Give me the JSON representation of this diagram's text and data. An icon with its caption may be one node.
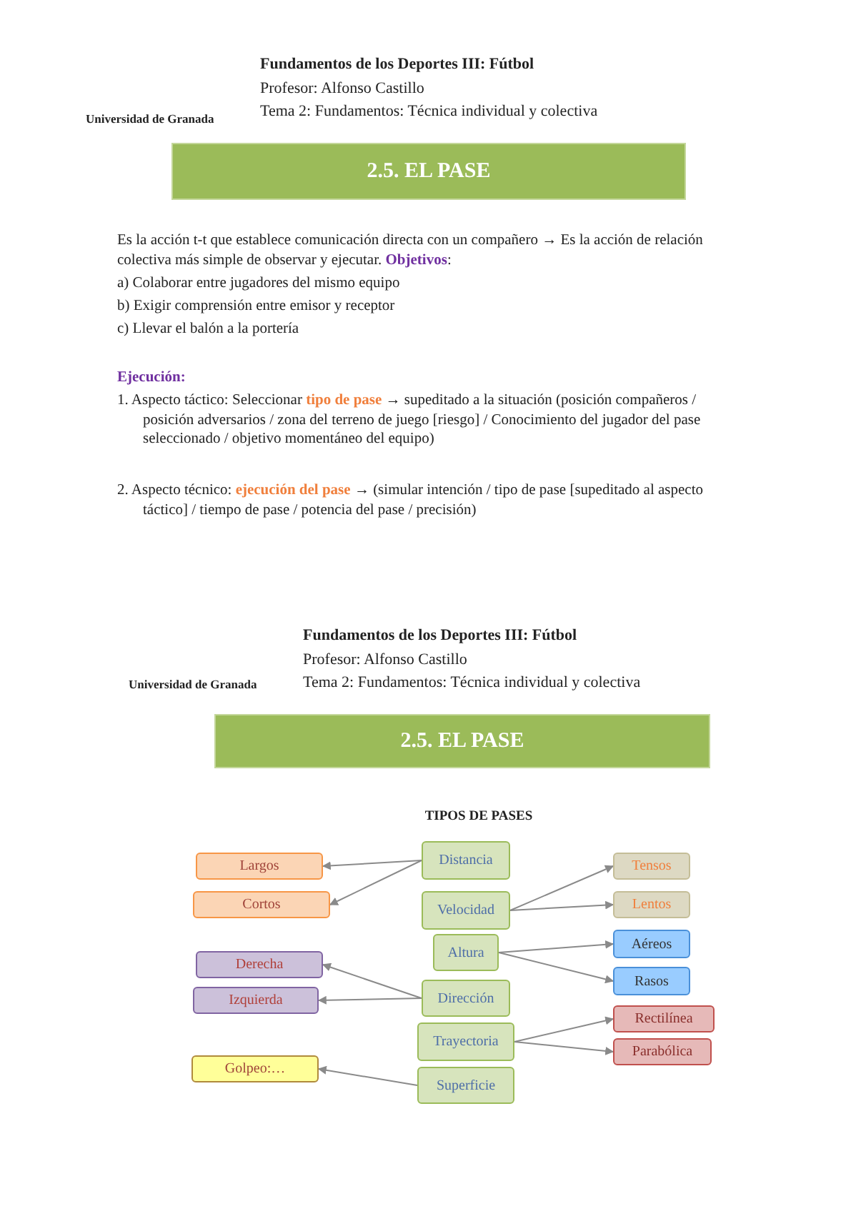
{
  "diagram": {
    "nodes": [
      {
        "text": [
          "2.5. EL PASE"
        ]
      },
      {
        "text": [
          "2.5. EL PASE"
        ]
      },
      {
        "text": [
          "Distancia"
        ]
      },
      {
        "text": [
          "Velocidad"
        ]
      },
      {
        "text": [
          "Altura"
        ]
      },
      {
        "text": [
          "Dirección"
        ]
      },
      {
        "text": [
          "Trayectoria"
        ]
      },
      {
        "text": [
          "Superficie"
        ]
      },
      {
        "text": [
          "Largos"
        ]
      },
      {
        "text": [
          "Cortos"
        ]
      },
      {
        "text": [
          "Derecha"
        ]
      },
      {
        "text": [
          "Izquierda"
        ]
      },
      {
        "text": [
          "Golpeo:…"
        ]
      },
      {
        "text": [
          "Tensos"
        ]
      },
      {
        "text": [
          "Lentos"
        ]
      },
      {
        "text": [
          "Aéreos"
        ]
      },
      {
        "text": [
          "Rasos"
        ]
      },
      {
        "text": [
          "Rectilínea"
        ]
      },
      {
        "text": [
          "Parabólica"
        ]
      }
    ],
    "edges": [
      {
        "from": 2,
        "to": 8,
        "arrow": "to"
      },
      {
        "from": 2,
        "to": 9,
        "arrow": "to"
      },
      {
        "from": 3,
        "to": 13,
        "arrow": "to"
      },
      {
        "from": 3,
        "to": 14,
        "arrow": "to"
      },
      {
        "from": 4,
        "to": 15,
        "arrow": "to"
      },
      {
        "from": 4,
        "to": 16,
        "arrow": "to"
      },
      {
        "from": 5,
        "to": 10,
        "arrow": "to"
      },
      {
        "from": 5,
        "to": 11,
        "arrow": "to"
      },
      {
        "from": 6,
        "to": 17,
        "arrow": "to"
      },
      {
        "from": 6,
        "to": 18,
        "arrow": "to"
      },
      {
        "from": 7,
        "to": 12,
        "arrow": "to"
      }
    ],
    "labels": [
      "Universidad de Granada",
      "Fundamentos de los Deportes III: Fútbol",
      "Profesor: Alfonso Castillo",
      "Tema 2: Fundamentos: Técnica individual y colectiva",
      "Es la acción t-t que establece comunicación directa con un compañero → Es la acción de relación colectiva más simple de observar y ejecutar. **Objetivos**:",
      "a) Colaborar entre jugadores del mismo equipo",
      "b) Exigir comprensión entre emisor y receptor",
      "c) Llevar el balón a la portería",
      "Ejecución:",
      "1. Aspecto táctico: Seleccionar **tipo de pase** → supeditado a la situación (posición compañeros / posición adversarios / zona del terreno de juego [riesgo] / Conocimiento del jugador del pase seleccionado / objetivo momentáneo del equipo)",
      "2. Aspecto técnico: **ejecución del pase** → (simular intención / tipo de pase [supeditado al aspecto táctico] / tiempo de pase / potencia del pase / precisión)",
      "Universidad de Granada",
      "Fundamentos de los Deportes III: Fútbol",
      "Profesor: Alfonso Castillo",
      "Tema 2: Fundamentos: Técnica individual y colectiva",
      "TIPOS DE PASES"
    ]
  }
}
